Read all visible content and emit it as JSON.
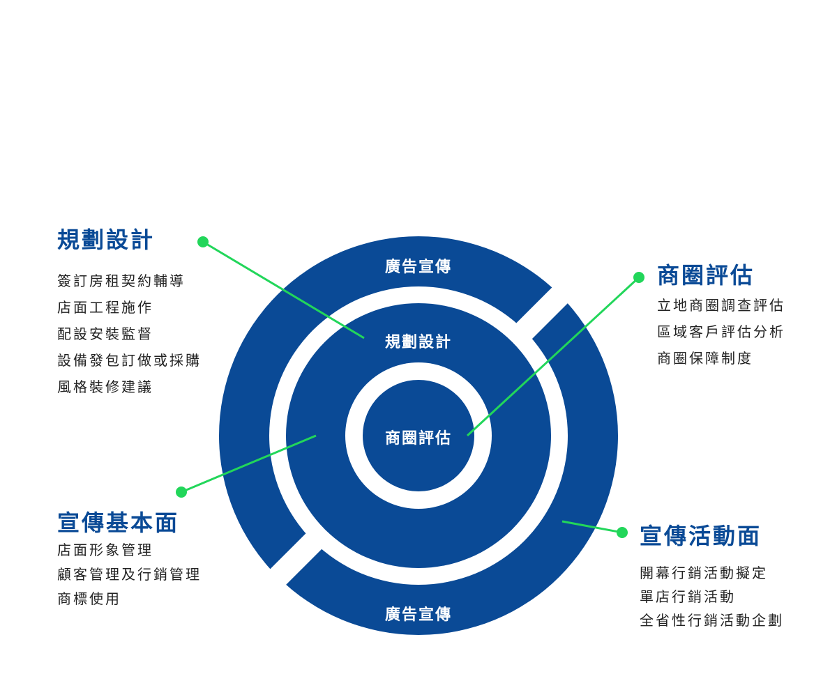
{
  "colors": {
    "blue": "#0a4a96",
    "green": "#22d65a"
  },
  "rings": {
    "outer_top": "廣告宣傳",
    "outer_bottom": "廣告宣傳",
    "middle": "規劃設計",
    "inner": "商圈評估"
  },
  "blocks": {
    "planning": {
      "title": "規劃設計",
      "items": [
        "簽訂房租契約輔導",
        "店面工程施作",
        "配設安裝監督",
        "設備發包訂做或採購",
        "風格裝修建議"
      ]
    },
    "trade_area": {
      "title": "商圈評估",
      "items": [
        "立地商圈調查評估",
        "區域客戶評估分析",
        "商圈保障制度"
      ]
    },
    "promo_basic": {
      "title": "宣傳基本面",
      "items": [
        "店面形象管理",
        "顧客管理及行銷管理",
        "商標使用"
      ]
    },
    "promo_events": {
      "title": "宣傳活動面",
      "items": [
        "開幕行銷活動擬定",
        "單店行銷活動",
        "全省性行銷活動企劃"
      ]
    }
  }
}
